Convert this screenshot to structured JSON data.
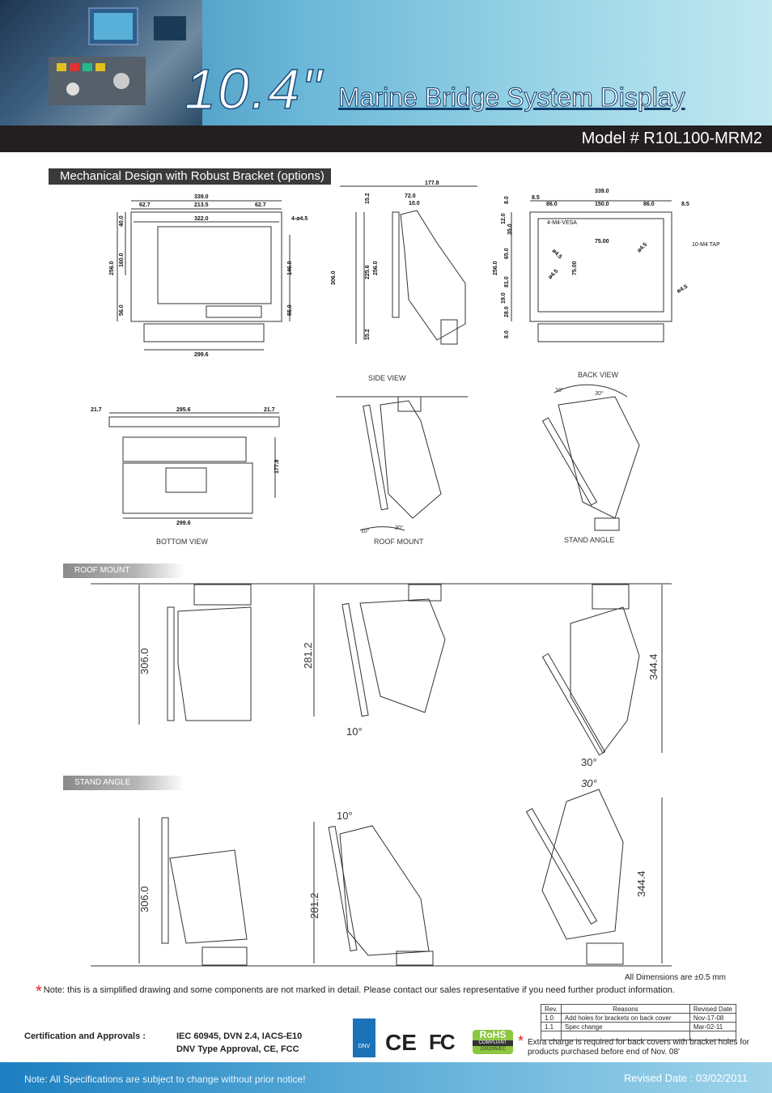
{
  "header": {
    "size": "10.4\"",
    "title": "Marine Bridge System Display",
    "model": "Model # R10L100-MRM2"
  },
  "section_title": "Mechanical Design with Robust Bracket (options)",
  "front_dims": {
    "top_total": "339.0",
    "top_left": "62.7",
    "top_mid": "213.5",
    "top_right": "62.7",
    "inner_width": "322.0",
    "hole": "4-ø4.5",
    "h_total": "256.0",
    "h_160": "160.0",
    "h_40": "40.0",
    "h_56": "56.0",
    "r_146": "146.0",
    "r_55": "55.0",
    "bottom_w": "299.6"
  },
  "side_dims": {
    "depth": "177.8",
    "d72": "72.0",
    "d10": "10.0",
    "top15": "15.2",
    "h306": "306.0",
    "h225": "225.6",
    "h256": "256.0",
    "bot15": "15.2"
  },
  "back_dims": {
    "total": "339.0",
    "l85": "8.5",
    "a86": "86.0",
    "b150": "150.0",
    "c86": "86.0",
    "r85": "8.5",
    "vesa": "4-M4-VESA",
    "v75h": "75.00",
    "v75v": "75.00",
    "d45a": "ø4.5",
    "d45b": "ø4.5",
    "d45c": "ø4.5",
    "d45d": "ø4.5",
    "tap": "10-M4 TAP",
    "left": [
      "8.0",
      "12.0",
      "35.0",
      "65.0",
      "81.0",
      "19.0",
      "28.0",
      "8.0"
    ],
    "h256": "256.0"
  },
  "bottom_dims": {
    "left": "21.7",
    "mid": "295.6",
    "right": "21.7",
    "depth": "177.8",
    "width": "299.6"
  },
  "captions": {
    "side_view": "SIDE VIEW",
    "back_view": "BACK VIEW",
    "bottom_view": "BOTTOM  VIEW",
    "roof_mount": "ROOF MOUNT",
    "stand_angle": "STAND ANGLE",
    "angle10": "10°",
    "angle30": "30°"
  },
  "badges": {
    "roof": "ROOF MOUNT",
    "stand": "STAND ANGLE"
  },
  "roof_dims": {
    "a": "306.0",
    "b": "281.2",
    "c": "344.4",
    "ang10": "10°",
    "ang30": "30°"
  },
  "stand_dims": {
    "a": "306.0",
    "b": "281.2",
    "c": "344.4",
    "ang10": "10°",
    "ang30": "30°"
  },
  "all_dims": "All Dimensions are  ±0.5 mm",
  "note": "Note: this is a simplified drawing and some components are not marked in detail.  Please contact our sales representative if you need further product information.",
  "certification": {
    "label": "Certification and Approvals  :",
    "line1": "IEC 60945, DVN 2.4, IACS-E10",
    "line2": "DNV Type Approval, CE, FCC"
  },
  "logos": {
    "dnv": "DNV",
    "ce": "CE",
    "fc": "FC",
    "rohs": "RoHS",
    "rohs_sub": "COMPLIANT",
    "rohs_code": "2002/95/EC"
  },
  "revision": {
    "headers": [
      "Rev.",
      "Reasons",
      "Revised Date"
    ],
    "rows": [
      [
        "1.0",
        "Add holes for brackets  on back cover",
        "Nov-17-08"
      ],
      [
        "1.1",
        "Spec change",
        "Mar-02-11"
      ]
    ]
  },
  "extra_charge": "Extra charge is required for back covers with bracket holes for products purchased before end of Nov. 08'",
  "footer": {
    "note": "Note: All Specifications are subject to change without prior notice!",
    "revised": "Revised Date : 03/02/2011"
  },
  "colors": {
    "accent_red": "#e21f26",
    "header_blue": "#2f7fb0",
    "dark_bar": "#231f20"
  }
}
